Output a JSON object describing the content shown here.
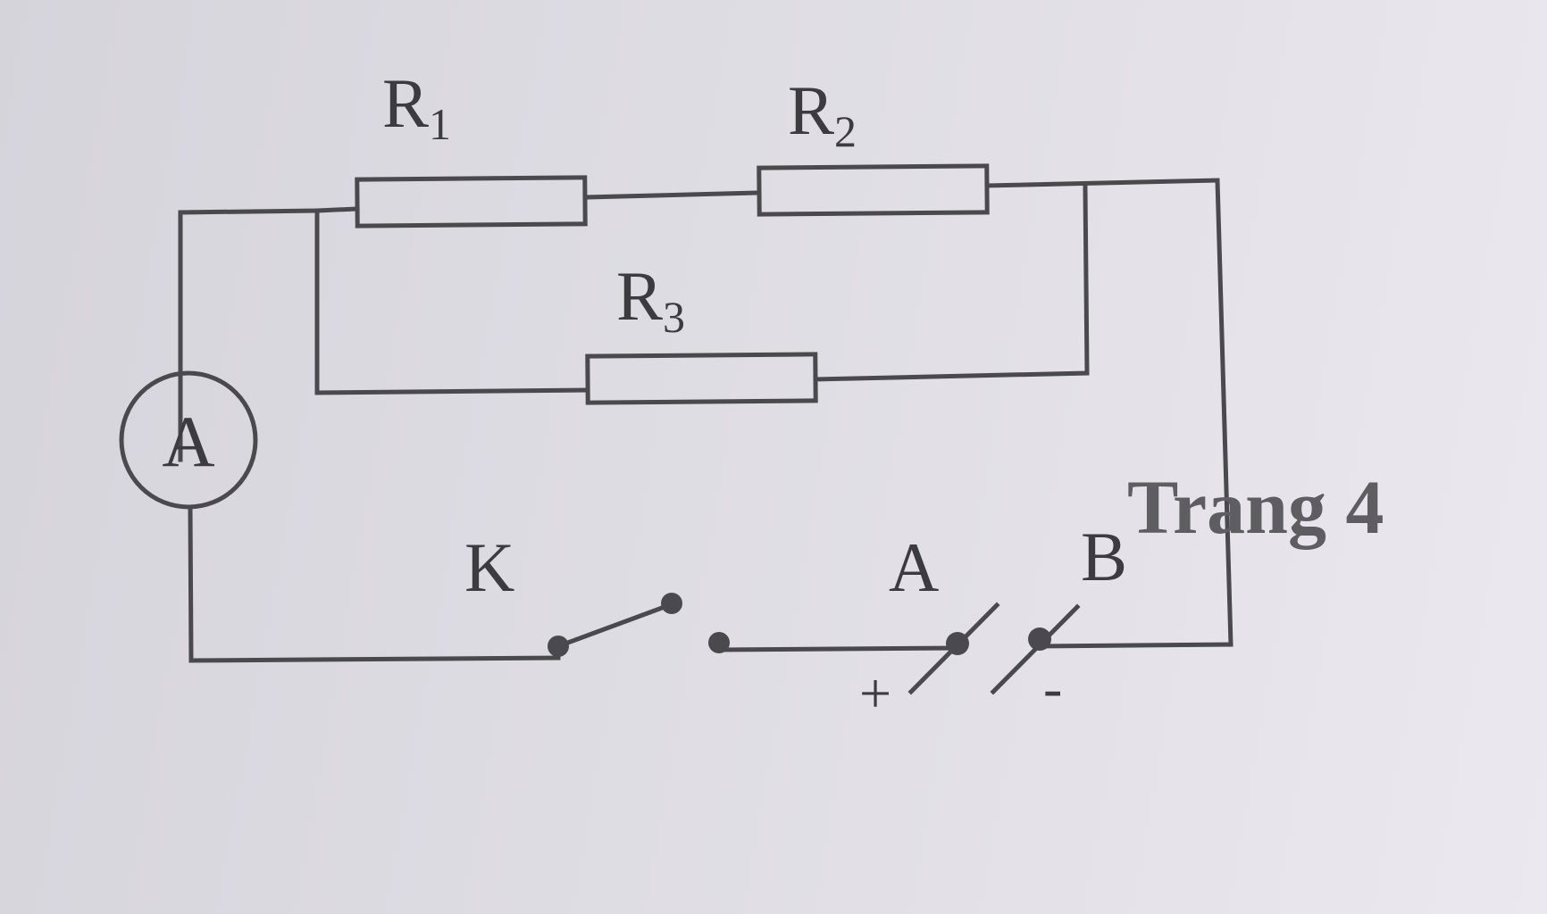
{
  "diagram": {
    "resistors": [
      {
        "id": "R1",
        "label": "R",
        "subscript": "1"
      },
      {
        "id": "R2",
        "label": "R",
        "subscript": "2"
      },
      {
        "id": "R3",
        "label": "R",
        "subscript": "3"
      }
    ],
    "ammeter_label": "A",
    "switch_label": "K",
    "terminal_a_label": "A",
    "terminal_b_label": "B",
    "plus_sign": "+",
    "minus_sign": "-",
    "page_label": "Trang 4"
  }
}
